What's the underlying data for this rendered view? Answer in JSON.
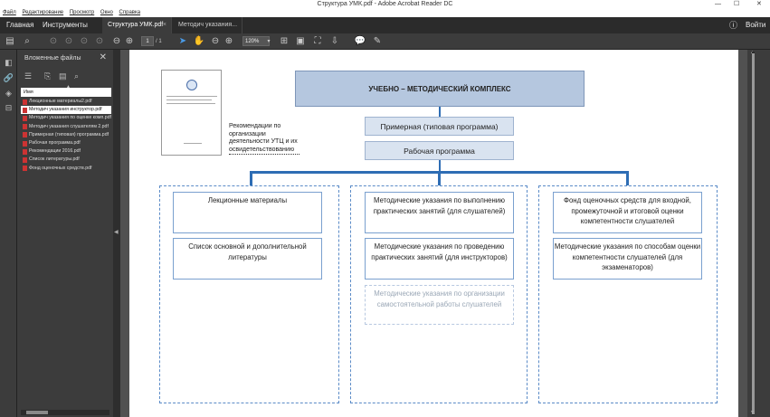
{
  "window": {
    "title": "Структура УМК.pdf - Adobe Acrobat Reader DC",
    "minimize": "—",
    "maximize": "☐",
    "close": "✕"
  },
  "menu": [
    "Файл",
    "Редактирование",
    "Просмотр",
    "Окно",
    "Справка"
  ],
  "nav": {
    "home": "Главная",
    "tools": "Инструменты",
    "help_icon": "help-icon",
    "signin": "Войти"
  },
  "tabs": [
    {
      "label": "Структура УМК.pdf",
      "close": "×",
      "active": true
    },
    {
      "label": "Методич указания...",
      "close": "",
      "active": false
    }
  ],
  "toolbar": {
    "page_current": "1",
    "page_total": "/  1",
    "zoom": "120%"
  },
  "panel": {
    "title": "Вложенные файлы",
    "close": "✕",
    "column_header": "Имя",
    "files": [
      "Лекционные материалы2.pdf",
      "Методич указания инструктор.pdf",
      "Методич указания по оценке комп.pdf",
      "Методич указания слушателям 2.pdf",
      "Примерная (типовая) программа.pdf",
      "Рабочая программа.pdf",
      "Рекомендации 2016.pdf",
      "Список литературы.pdf",
      "Фонд оценочных средств.pdf"
    ],
    "selected_index": 1
  },
  "document": {
    "recommendation": "Рекомендации по организации деятельности УТЦ и их освидетельствованию",
    "main_title": "УЧЕБНО – МЕТОДИЧЕСКИЙ КОМПЛЕКС",
    "program_typical": "Примерная (типовая программа)",
    "program_work": "Рабочая программа",
    "col1": [
      "Лекционные материалы",
      "Список основной и дополнительной литературы"
    ],
    "col2": [
      "Методические указания по выполнению практических занятий (для слушателей)",
      "Методические указания по проведению практических занятий (для инструкторов)",
      "Методические указания по организации самостоятельной работы слушателей"
    ],
    "col3": [
      "Фонд оценочных средств для входной, промежуточной и итоговой оценки компетентности слушателей",
      "Методические указания по способам оценки компетентности слушателей (для экзаменаторов)"
    ]
  },
  "colors": {
    "accent_blue": "#2e6db4",
    "header_box": "#b5c7df",
    "program_box": "#d9e3f0"
  }
}
